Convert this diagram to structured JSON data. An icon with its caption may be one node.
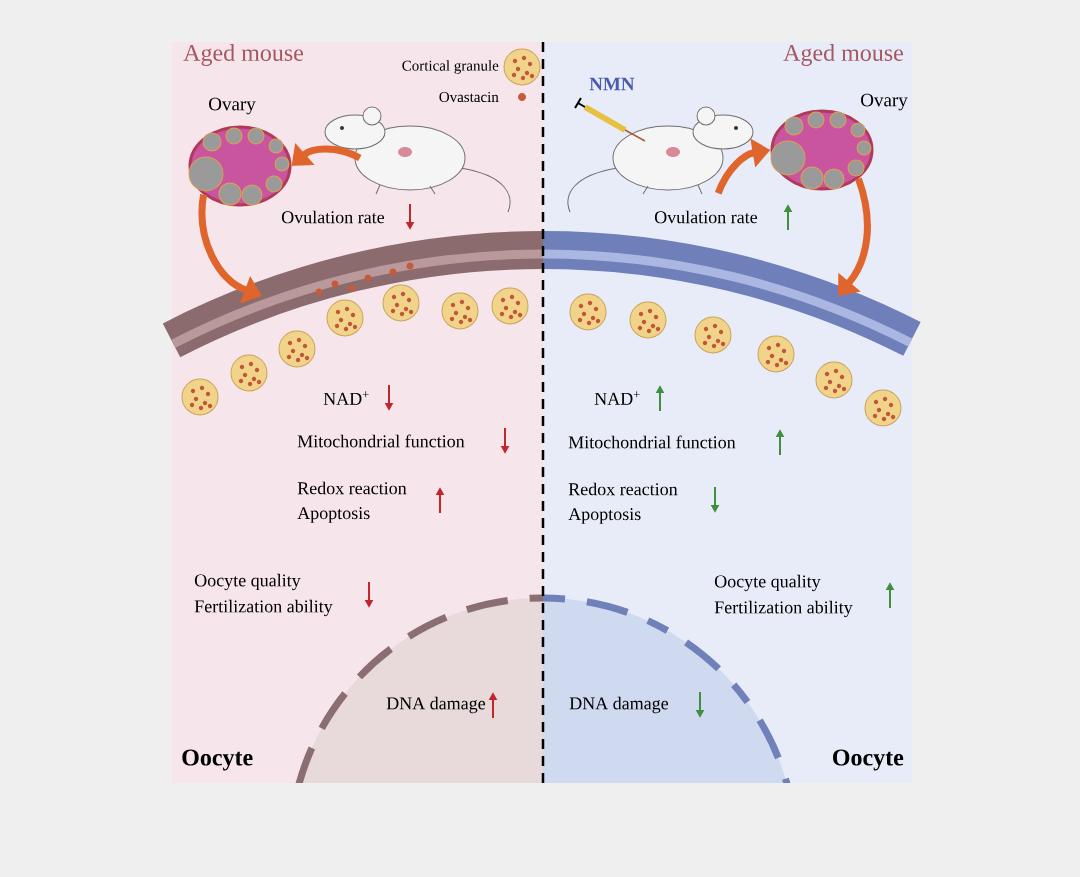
{
  "diagram": {
    "nodes": [
      {
        "text": [],
        "shape": "picture"
      },
      {
        "text": [
          "Ovary"
        ]
      },
      {
        "text": [],
        "shape": "picture",
        "beside": [
          "NMN"
        ]
      },
      {
        "text": [
          "Ovary"
        ]
      }
    ],
    "edges": [
      {
        "from": 0,
        "to": 1,
        "arrow": "to"
      },
      {
        "from": 1,
        "to": null,
        "arrow": "to"
      },
      {
        "from": 2,
        "to": 3,
        "arrow": "to"
      },
      {
        "from": 3,
        "to": null,
        "arrow": "to"
      }
    ],
    "labels": [
      "Aged mouse",
      "Aged mouse",
      "Ovulation rate",
      "Ovulation rate",
      "NAD$^{+}$",
      "NAD$^{+}$",
      "Mitochondrial function",
      "Mitochondrial function",
      "Redox reaction",
      "Redox reaction",
      "Apoptosis",
      "Apoptosis",
      "Oocyte quality",
      "Oocyte quality",
      "Fertilization ability",
      "Fertilization ability",
      "DNA damage",
      "DNA damage",
      "Oocyte",
      "Oocyte"
    ],
    "legend": [
      {
        "text": "Cortical granule"
      },
      {
        "text": "Ovastacin",
        "color": "#c65a3a"
      }
    ]
  }
}
